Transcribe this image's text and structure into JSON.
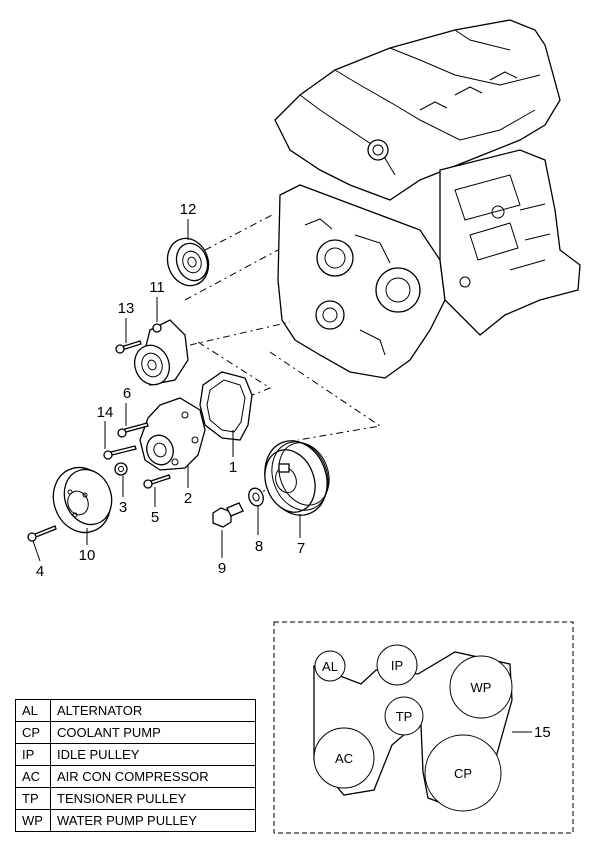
{
  "callouts": {
    "c1": "1",
    "c2": "2",
    "c3": "3",
    "c4": "4",
    "c5": "5",
    "c6": "6",
    "c7": "7",
    "c8": "8",
    "c9": "9",
    "c10": "10",
    "c11": "11",
    "c12": "12",
    "c13": "13",
    "c14": "14",
    "c15": "15"
  },
  "belt_diagram": {
    "pulleys": {
      "al": "AL",
      "ip": "IP",
      "wp": "WP",
      "tp": "TP",
      "ac": "AC",
      "cp": "CP"
    }
  },
  "legend": [
    {
      "code": "AL",
      "description": "ALTERNATOR"
    },
    {
      "code": "CP",
      "description": "COOLANT PUMP"
    },
    {
      "code": "IP",
      "description": "IDLE PULLEY"
    },
    {
      "code": "AC",
      "description": "AIR CON COMPRESSOR"
    },
    {
      "code": "TP",
      "description": "TENSIONER PULLEY"
    },
    {
      "code": "WP",
      "description": "WATER PUMP PULLEY"
    }
  ]
}
